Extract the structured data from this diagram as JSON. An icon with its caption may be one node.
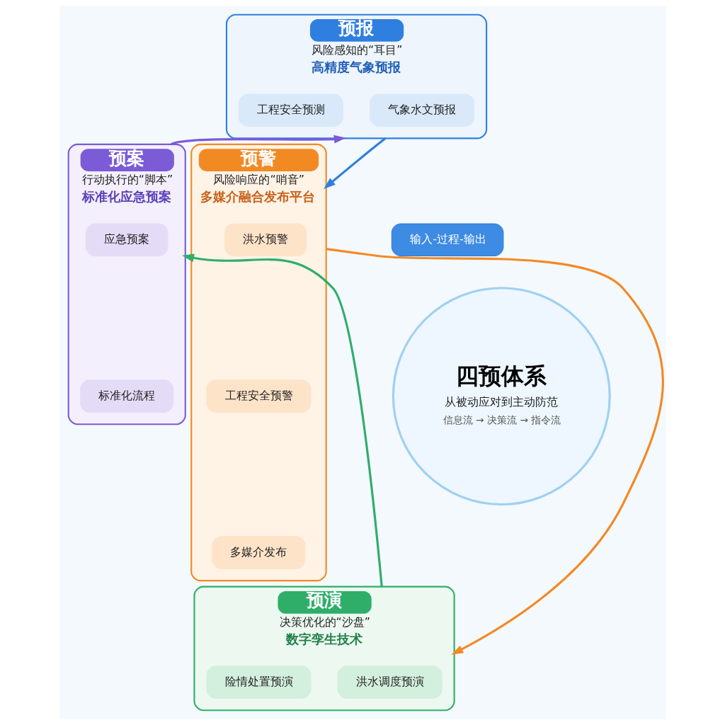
{
  "diagram": {
    "nodes": [
      {
        "text": [
          "四预体系",
          "从被动应对到主动防范",
          "信息流 → 决策流 → 指令流"
        ]
      },
      {
        "text": [
          "预报",
          "风险感知的“耳目”",
          "高精度气象预报"
        ]
      },
      {
        "text": [
          "气象水文预报"
        ],
        "in": 1
      },
      {
        "text": [
          "工程安全预测"
        ],
        "in": 1
      },
      {
        "text": [
          "输入-过程-输出"
        ]
      },
      {
        "text": [
          "预警",
          "风险响应的“哨音”",
          "多媒介融合发布平台"
        ]
      },
      {
        "text": [
          "洪水预警"
        ],
        "in": 5
      },
      {
        "text": [
          "工程安全预警"
        ],
        "in": 5
      },
      {
        "text": [
          "多媒介发布"
        ],
        "in": 5
      },
      {
        "text": [
          "预演",
          "决策优化的“沙盘”",
          "数字孪生技术"
        ]
      },
      {
        "text": [
          "洪水调度预演"
        ],
        "in": 9
      },
      {
        "text": [
          "险情处置预演"
        ],
        "in": 9
      },
      {
        "text": [
          "预案",
          "行动执行的“脚本”",
          "标准化应急预案"
        ]
      },
      {
        "text": [
          "应急预案"
        ],
        "in": 12
      },
      {
        "text": [
          "标准化流程"
        ],
        "in": 12
      }
    ],
    "edges": [
      {
        "from": 1,
        "to": 5,
        "arrow": "to",
        "color": "#2f7fe0"
      },
      {
        "from": 5,
        "to": 9,
        "arrow": "to",
        "color": "#f28a24"
      },
      {
        "from": 9,
        "to": 12,
        "arrow": "to",
        "color": "#2fae6a"
      },
      {
        "from": 12,
        "to": 1,
        "arrow": "to",
        "color": "#7b5bd6"
      }
    ]
  }
}
